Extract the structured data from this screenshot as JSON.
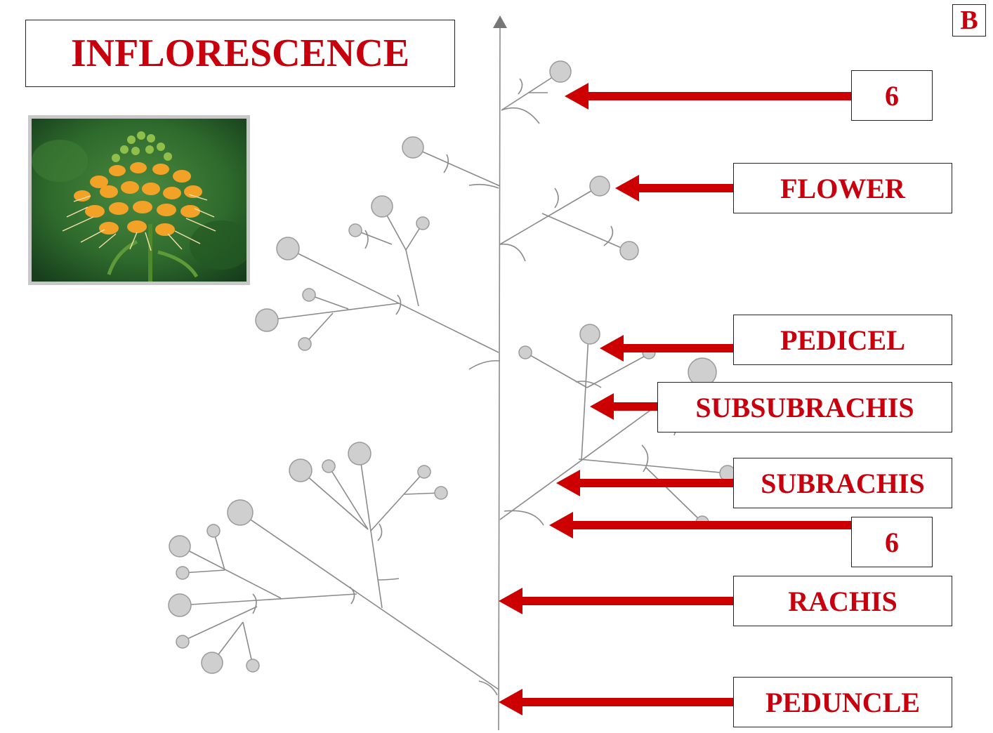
{
  "title": "INFLORESCENCE",
  "corner_label": "B",
  "labels": {
    "top_number": "6",
    "flower": "FLOWER",
    "pedicel": "PEDICEL",
    "subsubrachis": "SUBSUBRACHIS",
    "subrachis": "SUBRACHIS",
    "lower_number": "6",
    "rachis": "RACHIS",
    "peduncle": "PEDUNCLE"
  },
  "colors": {
    "label_text": "#c8000e",
    "arrow": "#cc0000",
    "drawing_line": "#8a8a8a",
    "flower_fill": "#cfcfcf",
    "flower_stroke": "#9a9a9a"
  }
}
